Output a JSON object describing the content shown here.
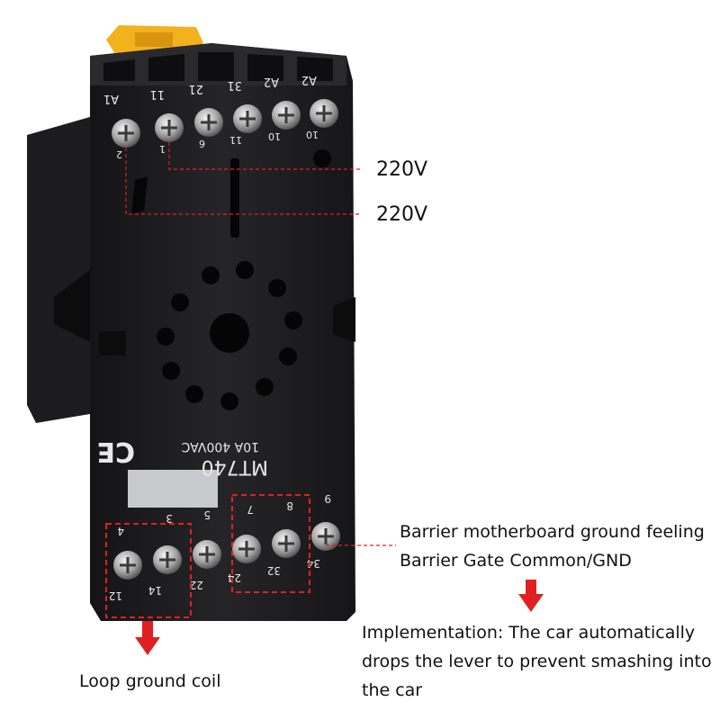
{
  "relay_base": {
    "model": "MT740",
    "rating": "10A 400VAC",
    "mark": "CE",
    "top_terminals_upper": [
      "A1",
      "11",
      "21",
      "31",
      "A2",
      "A2"
    ],
    "top_terminals_lower": [
      "2",
      "1",
      "6",
      "11",
      "10",
      "10"
    ],
    "bottom_terminals_upper": [
      "4",
      "3",
      "5",
      "7",
      "8",
      "9"
    ],
    "bottom_terminals_lower": [
      "12",
      "14",
      "22",
      "24",
      "32",
      "34"
    ]
  },
  "annotations": {
    "voltage_a": "220V",
    "voltage_b": "220V",
    "loop_coil": "Loop ground coil",
    "barrier_ground": "Barrier motherboard ground feeling",
    "barrier_common": "Barrier Gate Common/GND",
    "implementation_1": "Implementation: The car automatically",
    "implementation_2": "drops the lever to prevent smashing into",
    "implementation_3": "the car"
  },
  "colors": {
    "body": "#1b1b1d",
    "clip": "#f2b21e",
    "highlight": "#e02020",
    "label_plate": "#c7c9cc"
  }
}
